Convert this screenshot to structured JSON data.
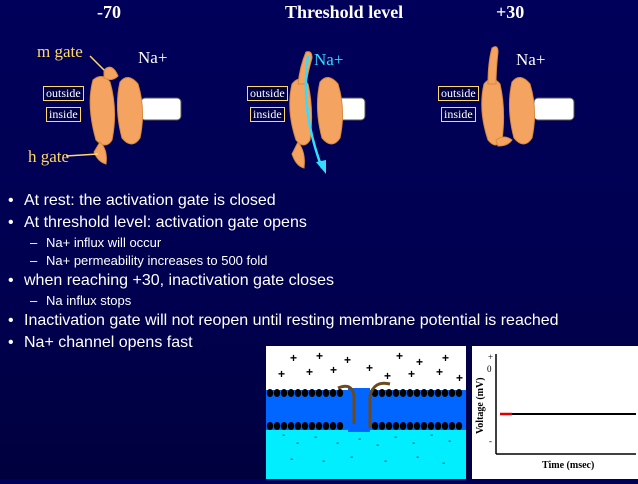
{
  "headers": {
    "resting": "-70",
    "threshold": "Threshold level",
    "peak": "+30"
  },
  "labels": {
    "m_gate": "m gate",
    "h_gate": "h gate",
    "na_1": "Na+",
    "na_2": "Na+",
    "na_3": "Na+",
    "outside": "outside",
    "inside": "inside"
  },
  "bullets": [
    {
      "text": "At rest: the activation gate is closed",
      "level": 1
    },
    {
      "text": "At threshold level: activation gate opens",
      "level": 1
    },
    {
      "text": "Na+ influx will occur",
      "level": 2
    },
    {
      "text": "Na+ permeability increases to 500 fold",
      "level": 2
    },
    {
      "text": "when reaching +30, inactivation gate closes",
      "level": 1
    },
    {
      "text": "Na influx stops",
      "level": 2
    },
    {
      "text": "Inactivation gate will not reopen until resting membrane potential is reached",
      "level": 1
    },
    {
      "text": "Na+ channel opens fast",
      "level": 1
    }
  ],
  "membrane_signs": {
    "outside": "+",
    "inside": "-"
  },
  "graph": {
    "ylabel": "Voltage (mV)",
    "xlabel": "Time (msec)",
    "tick_plus": "+",
    "tick_zero": "0",
    "tick_minus": "-"
  },
  "colors": {
    "background": "#000050",
    "gate_fill": "#f4a460",
    "gate_label": "#ffd966",
    "flow_arrow": "#33ddff",
    "membrane_blue": "#0066ff",
    "membrane_cyan": "#00eeff"
  }
}
